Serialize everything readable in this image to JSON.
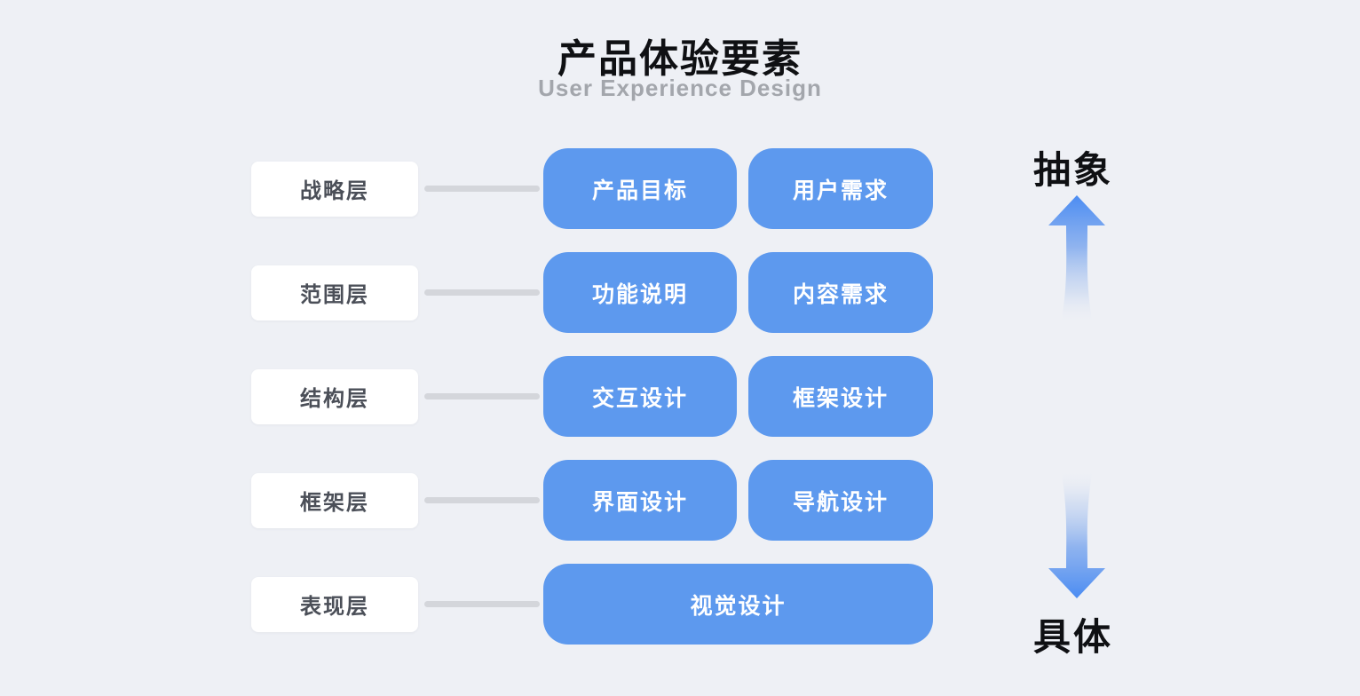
{
  "header": {
    "title": "产品体验要素",
    "subtitle": "User Experience Design"
  },
  "rows": [
    {
      "label": "战略层",
      "boxes": [
        "产品目标",
        "用户需求"
      ]
    },
    {
      "label": "范围层",
      "boxes": [
        "功能说明",
        "内容需求"
      ]
    },
    {
      "label": "结构层",
      "boxes": [
        "交互设计",
        "框架设计"
      ]
    },
    {
      "label": "框架层",
      "boxes": [
        "界面设计",
        "导航设计"
      ]
    },
    {
      "label": "表现层",
      "boxes": [
        "视觉设计"
      ]
    }
  ],
  "axis": {
    "top_label": "抽象",
    "bottom_label": "具体",
    "up_icon": "up-arrow-icon",
    "down_icon": "down-arrow-icon"
  },
  "colors": {
    "background": "#eef0f5",
    "box_blue": "#5d99ee",
    "label_box": "#ffffff",
    "label_text": "#4b4f58",
    "connector_gray": "#d4d6db",
    "arrow_blue": "#4b8cf2",
    "title_text": "#0f1013",
    "subtitle_text": "#a3a6ac"
  }
}
